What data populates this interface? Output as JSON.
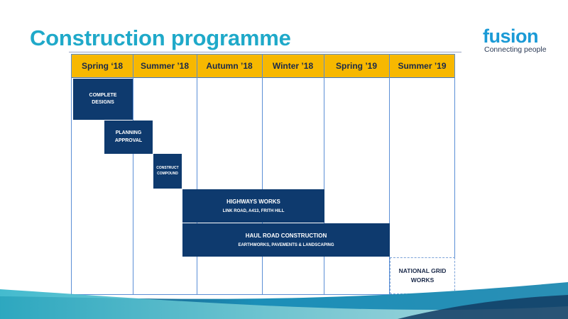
{
  "slide": {
    "title": "Construction programme"
  },
  "logo": {
    "name": "fusion",
    "tagline": "Connecting people"
  },
  "colors": {
    "title": "#1fa9c9",
    "header": "#f7b800",
    "task": "#0e3a6e",
    "grid": "#5b8fd6"
  },
  "programme": {
    "periods": [
      "Spring ‘18",
      "Summer ’18",
      "Autumn ’18",
      "Winter ’18",
      "Spring ’19",
      "Summer ’19"
    ],
    "tasks": [
      {
        "title": "COMPLETE DESIGNS",
        "subtitle": ""
      },
      {
        "title": "PLANNING APPROVAL",
        "subtitle": ""
      },
      {
        "title": "CONSTRUCT COMPOUND",
        "subtitle": ""
      },
      {
        "title": "HIGHWAYS WORKS",
        "subtitle": "LINK ROAD, A413, FRITH HILL"
      },
      {
        "title": "HAUL ROAD CONSTRUCTION",
        "subtitle": "EARTHWORKS, PAVEMENTS & LANDSCAPING"
      },
      {
        "title": "NATIONAL GRID WORKS",
        "subtitle": ""
      }
    ]
  }
}
